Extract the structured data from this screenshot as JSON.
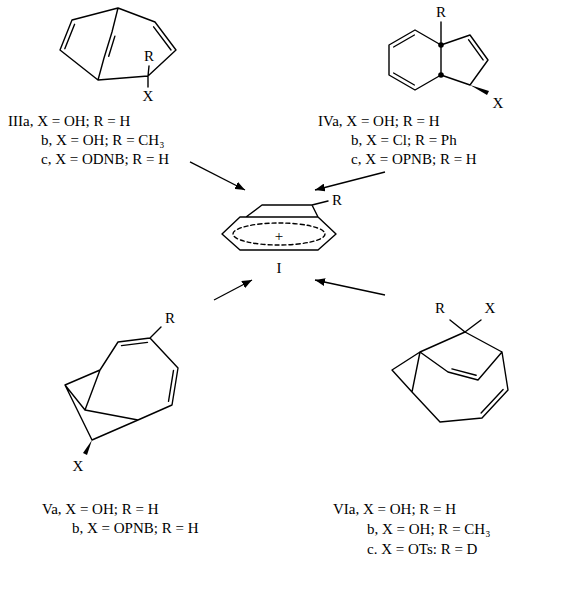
{
  "diagram": {
    "nodes": [
      {
        "text": [
          "R",
          "X",
          "IIIa, X = OH; R = H",
          "b, X = OH; R = CH₃",
          "c, X = ODNB; R = H"
        ]
      },
      {
        "text": [
          "R",
          "X",
          "IVa, X = OH; R = H",
          "b, X = Cl; R = Ph",
          "c, X = OPNB; R = H"
        ]
      },
      {
        "text": [
          "R",
          "+",
          "I"
        ]
      },
      {
        "text": [
          "R",
          "X",
          "Va, X = OH; R = H",
          "b, X = OPNB; R = H"
        ]
      },
      {
        "text": [
          "R",
          "X",
          "VIa, X = OH; R = H",
          "b, X = OH; R = CH₃",
          "c. X = OTs: R = D"
        ]
      }
    ],
    "edges": [
      {
        "from": 0,
        "to": 2,
        "arrow": "to"
      },
      {
        "from": 1,
        "to": 2,
        "arrow": "to"
      },
      {
        "from": 3,
        "to": 2,
        "arrow": "to"
      },
      {
        "from": 4,
        "to": 2,
        "arrow": "to"
      }
    ]
  }
}
